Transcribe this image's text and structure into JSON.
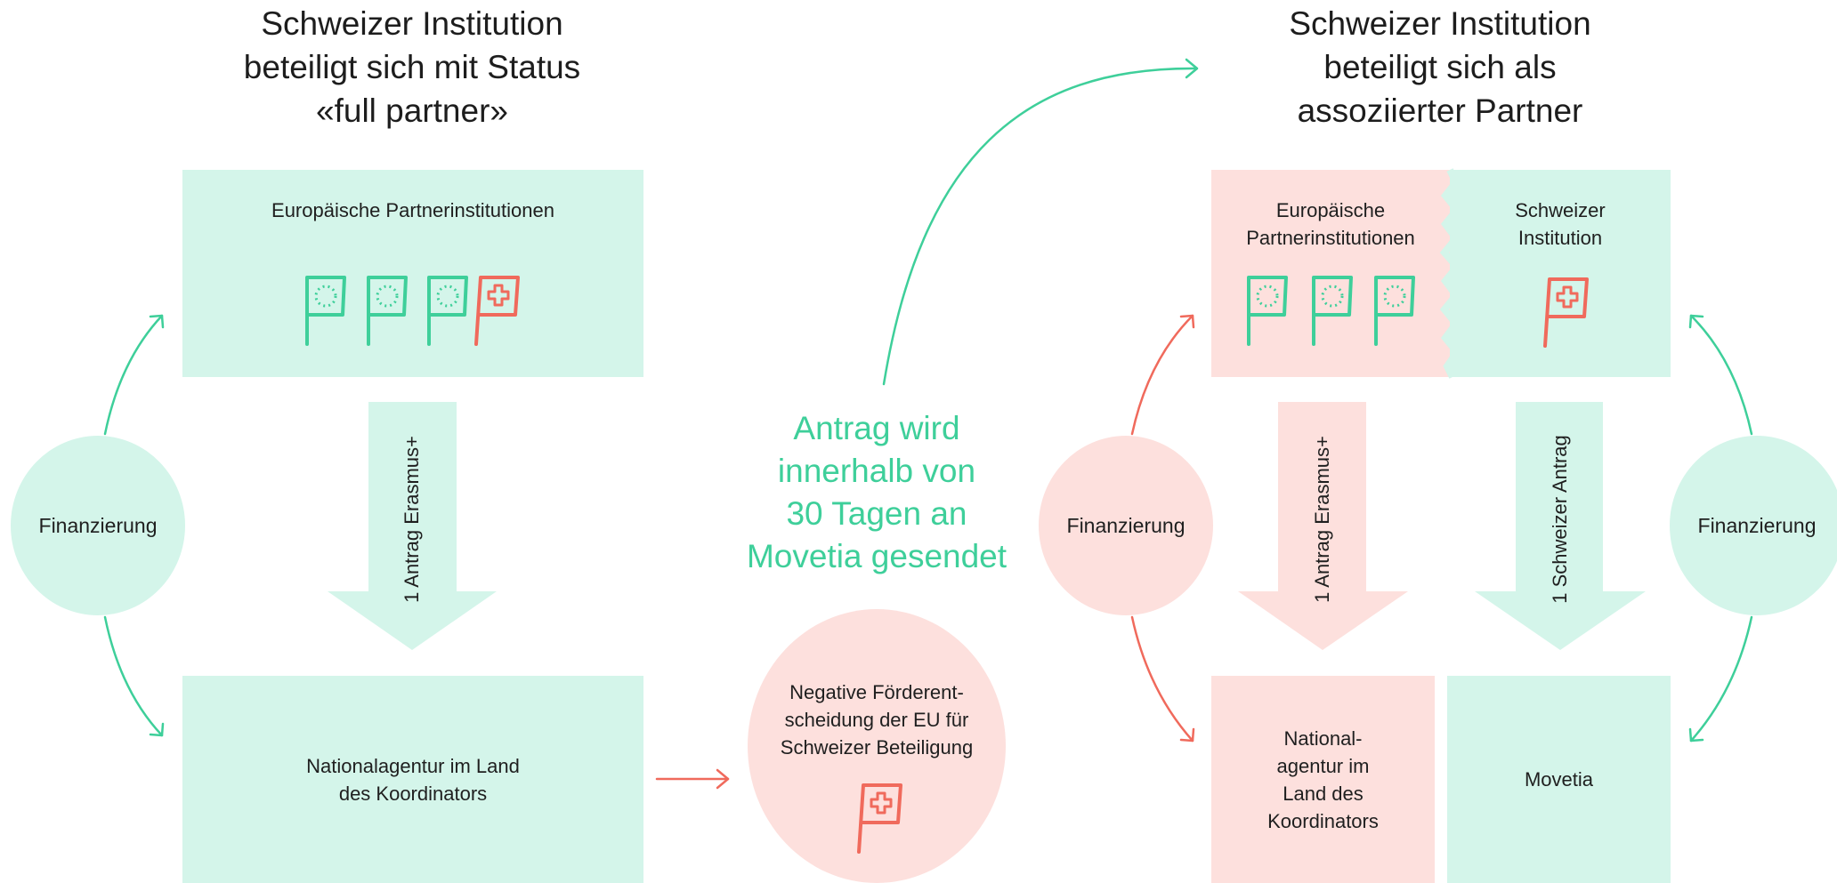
{
  "left": {
    "title": "Schweizer Institution\nbeteiligt sich mit Status\n«full partner»",
    "top_box_label": "Europäische Partnerinstitutionen",
    "arrow_label": "1 Antrag Erasmus+",
    "bottom_box_label": "Nationalagentur im Land\ndes Koordinators",
    "circle_label": "Finanzierung"
  },
  "center": {
    "text": "Antrag wird\ninnerhalb von\n30 Tagen an\nMovetia gesendet",
    "circle_label": "Negative Förderent-\nscheidung der EU für\nSchweizer Beteiligung"
  },
  "right": {
    "title": "Schweizer Institution\nbeteiligt sich als\nassoziierter Partner",
    "eu_box_label": "Europäische\nPartnerinstitutionen",
    "ch_box_label": "Schweizer\nInstitution",
    "arrow_eu_label": "1 Antrag Erasmus+",
    "arrow_ch_label": "1 Schweizer Antrag",
    "national_label": "National-\nagentur im\nLand des\nKoordinators",
    "movetia_label": "Movetia",
    "circle_left_label": "Finanzierung",
    "circle_right_label": "Finanzierung"
  },
  "colors": {
    "mint": "#d4f5ea",
    "green": "#3ecf9a",
    "pink": "#fde0dd",
    "red": "#f06a5c"
  },
  "icons": {
    "eu_flag": "eu-flag-icon",
    "swiss_flag": "swiss-flag-icon"
  }
}
